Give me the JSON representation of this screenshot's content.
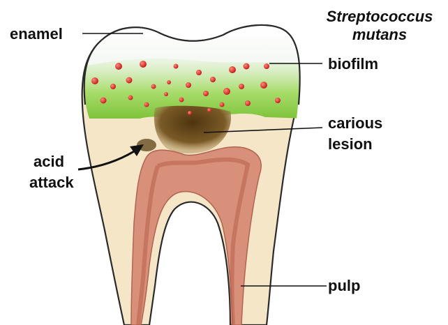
{
  "labels": {
    "enamel": "enamel",
    "species_line1": "Streptococcus",
    "species_line2": "mutans",
    "biofilm": "biofilm",
    "lesion_line1": "carious",
    "lesion_line2": "lesion",
    "acid_line1": "acid",
    "acid_line2": "attack",
    "pulp": "pulp"
  },
  "colors": {
    "enamel": "#f6f8f5",
    "biofilm": "#8fd14a",
    "dentin": "#f6e6c8",
    "pulp": "#d8907a",
    "pulp_core": "#b85f4c",
    "lesion": "#6b4a1c",
    "bacteria": "#d62020",
    "outline": "#222222"
  }
}
